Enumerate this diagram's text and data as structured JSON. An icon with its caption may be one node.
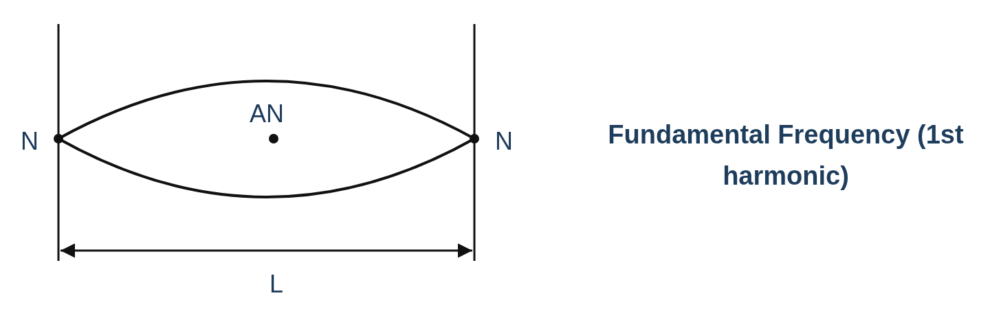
{
  "diagram": {
    "caption": "Fundamental Frequency (1st harmonic)",
    "labels": [
      "AN",
      "N",
      "N",
      "L"
    ]
  }
}
